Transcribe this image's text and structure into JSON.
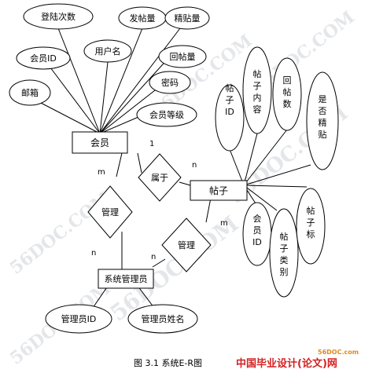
{
  "watermark_text": "56DOC.COM",
  "entities": {
    "member": "会员",
    "post": "帖子",
    "admin": "系统管理员"
  },
  "relationships": {
    "belongs_to": "属于",
    "manage_posts": "管理",
    "manage_members": "管理"
  },
  "attributes": {
    "member": [
      "登陆次数",
      "发帖量",
      "精贴量",
      "会员ID",
      "用户名",
      "回帖量",
      "邮箱",
      "密码",
      "会员等级"
    ],
    "post_top": [
      "帖子ID",
      "帖子内容",
      "回帖数",
      "是否精贴"
    ],
    "post_bottom": [
      "会员ID",
      "帖子类别",
      "帖子标"
    ],
    "admin": [
      "管理员ID",
      "管理员姓名"
    ]
  },
  "cardinalities": {
    "member_belongs": "1",
    "belongs_post": "n",
    "member_manage": "m",
    "manage_admin": "n",
    "post_manage": "m",
    "manage_admin_2": "n"
  },
  "caption": {
    "figure": "图 3.1  系统E-R图",
    "brand": "中国毕业设计(论文)网",
    "brand_url": "56DOC.com"
  }
}
